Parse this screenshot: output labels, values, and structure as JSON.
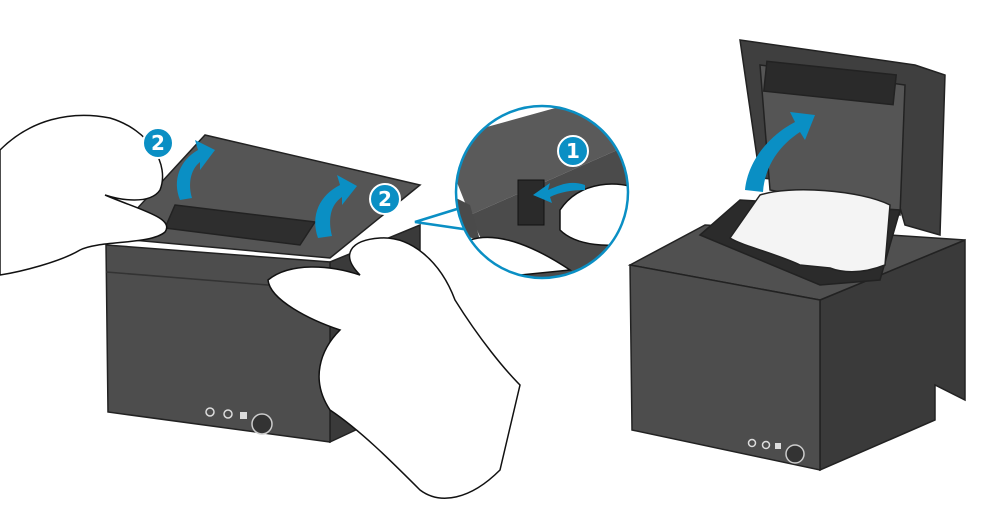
{
  "illustration": {
    "accent_color": "#0a8fc4",
    "printer_color": "#4a4a4a",
    "steps": [
      {
        "id": "step-2-left",
        "label": "2"
      },
      {
        "id": "step-2-right",
        "label": "2"
      },
      {
        "id": "step-1-callout",
        "label": "1"
      }
    ]
  }
}
